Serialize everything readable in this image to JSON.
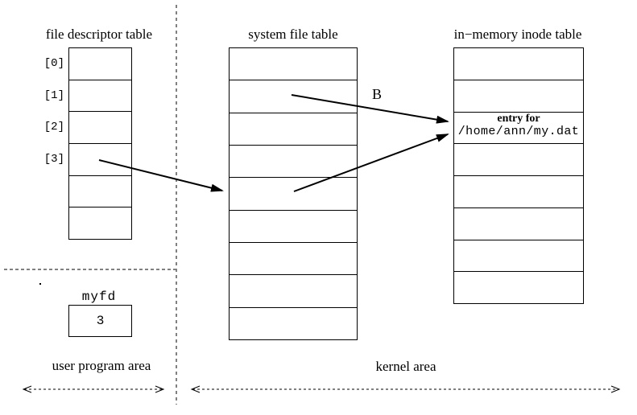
{
  "page": {
    "background": "#ffffff",
    "ink": "#000000"
  },
  "fd_table": {
    "title": "file descriptor table",
    "rows": 6,
    "row_labels": [
      "[0]",
      "[1]",
      "[2]",
      "[3]"
    ]
  },
  "system_file_table": {
    "title": "system file table",
    "rows": 9
  },
  "inode_table": {
    "title": "in−memory inode table",
    "rows": 8,
    "entry": {
      "line1": "entry for",
      "line2": "/home/ann/my.dat"
    }
  },
  "myfd_box": {
    "label": "myfd",
    "value": "3"
  },
  "arrows": {
    "b_label": "B"
  },
  "areas": {
    "user_label": "user program area",
    "kernel_label": "kernel area"
  }
}
